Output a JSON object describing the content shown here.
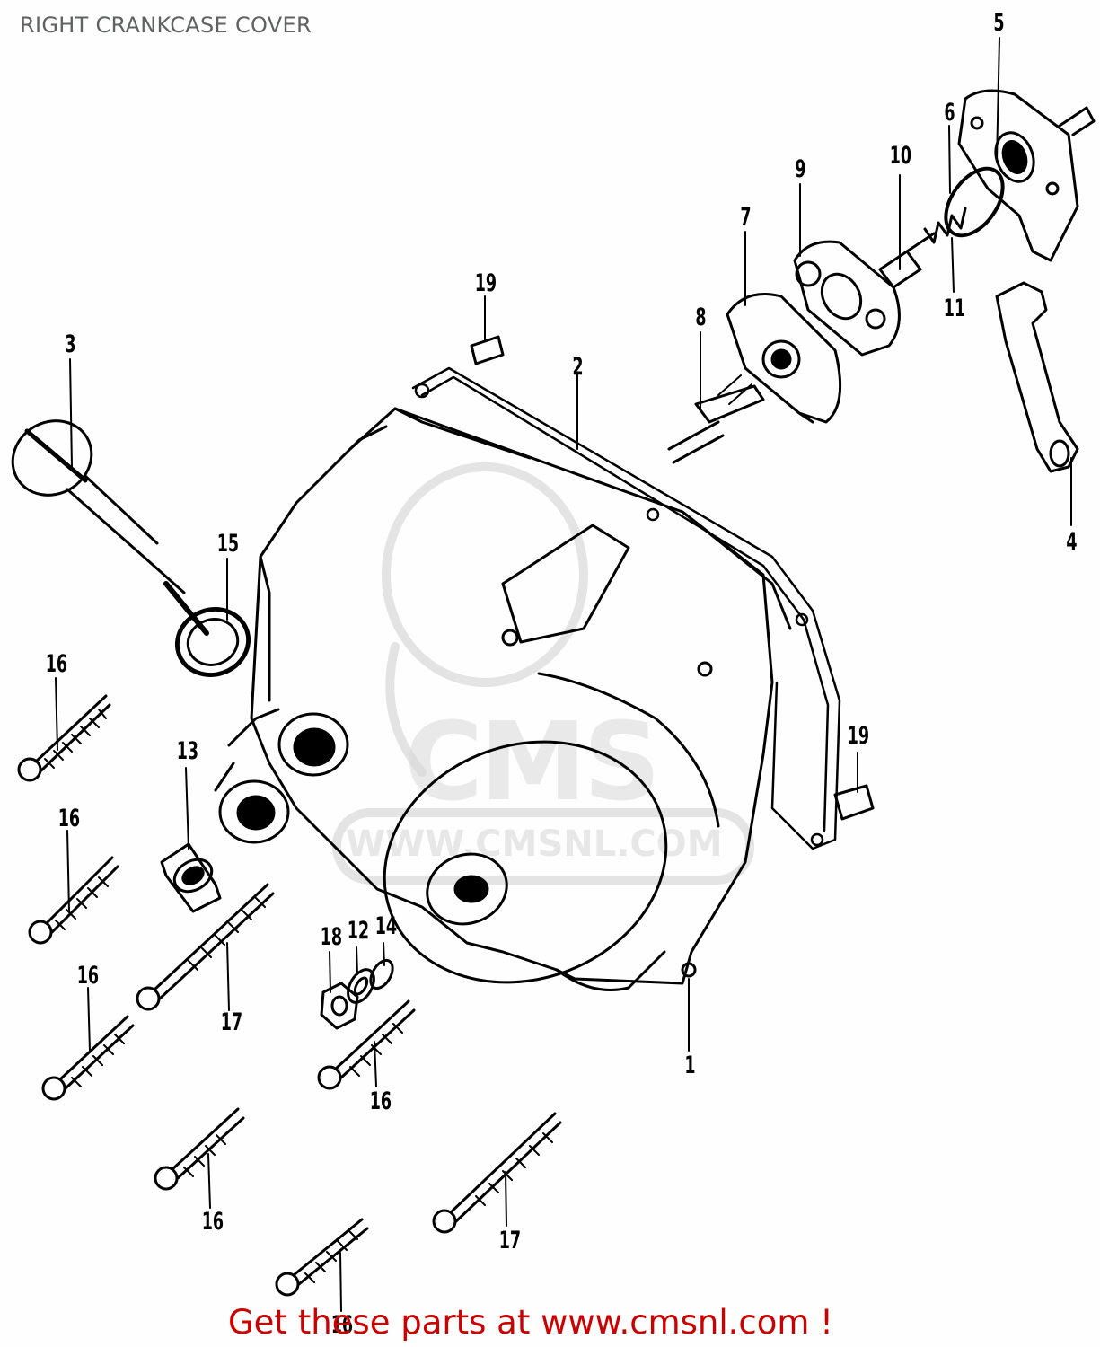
{
  "header": {
    "title": "RIGHT CRANKCASE COVER"
  },
  "watermark": {
    "logo_text": "CMS",
    "url_text": "WWW.CMSNL.COM"
  },
  "footer": {
    "cta": "Get these parts at www.cmsnl.com !"
  },
  "colors": {
    "title": "#5f6261",
    "cta": "#cc0000",
    "line_art": "#000000",
    "watermark": "#d8d8d8",
    "background": "#fdfefd"
  },
  "callouts": [
    {
      "id": "c5",
      "label": "5",
      "part": "cover-plate-5"
    },
    {
      "id": "c6",
      "label": "6",
      "part": "o-ring-6"
    },
    {
      "id": "c10",
      "label": "10",
      "part": "collar-10"
    },
    {
      "id": "c9",
      "label": "9",
      "part": "plate-9"
    },
    {
      "id": "c11",
      "label": "11",
      "part": "spring-11"
    },
    {
      "id": "c7",
      "label": "7",
      "part": "cam-plate-7"
    },
    {
      "id": "c8",
      "label": "8",
      "part": "bolt-8"
    },
    {
      "id": "c19a",
      "label": "19",
      "part": "dowel-pin-19"
    },
    {
      "id": "c2",
      "label": "2",
      "part": "gasket-2"
    },
    {
      "id": "c3",
      "label": "3",
      "part": "oil-filler-cap-3"
    },
    {
      "id": "c4",
      "label": "4",
      "part": "arm-4"
    },
    {
      "id": "c15",
      "label": "15",
      "part": "o-ring-15"
    },
    {
      "id": "c16a",
      "label": "16",
      "part": "screw-16"
    },
    {
      "id": "c13",
      "label": "13",
      "part": "oil-seal-13"
    },
    {
      "id": "c19b",
      "label": "19",
      "part": "dowel-pin-19"
    },
    {
      "id": "c16b",
      "label": "16",
      "part": "screw-16"
    },
    {
      "id": "c18",
      "label": "18",
      "part": "nut-18"
    },
    {
      "id": "c12",
      "label": "12",
      "part": "washer-12"
    },
    {
      "id": "c14",
      "label": "14",
      "part": "washer-14"
    },
    {
      "id": "c16c",
      "label": "16",
      "part": "screw-16"
    },
    {
      "id": "c17a",
      "label": "17",
      "part": "screw-17"
    },
    {
      "id": "c1",
      "label": "1",
      "part": "right-crankcase-cover-1"
    },
    {
      "id": "c16d",
      "label": "16",
      "part": "screw-16"
    },
    {
      "id": "c16e",
      "label": "16",
      "part": "screw-16"
    },
    {
      "id": "c17b",
      "label": "17",
      "part": "screw-17"
    },
    {
      "id": "c16f",
      "label": "16",
      "part": "screw-16"
    }
  ]
}
